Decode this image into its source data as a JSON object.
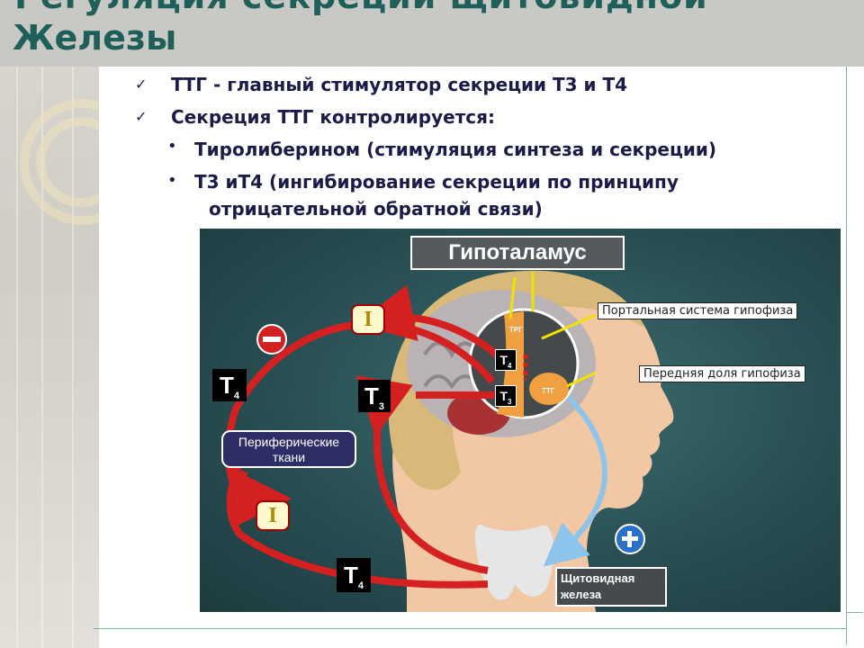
{
  "title": {
    "line1": "Регуляция секреции щитовидной",
    "line2": "Железы"
  },
  "bullets": [
    {
      "mark": "✓",
      "text": "ТТГ - главный стимулятор секреции Т3 и Т4"
    },
    {
      "mark": "✓",
      "text": "Секреция ТТГ контролируется:"
    },
    {
      "mark": "•",
      "text": "Тиролиберином (стимуляция синтеза и секреции)"
    },
    {
      "mark": "•",
      "text": "Т3 иТ4 (ингибирование секреции по принципу"
    },
    {
      "mark": "",
      "text": "отрицательной обратной связи)"
    }
  ],
  "diagram": {
    "hypothalamus": "Гипоталамус",
    "portal_system": "Портальная система гипофиза",
    "anterior_pituitary": "Передняя доля  гипофиза",
    "peripheral_tissues_1": "Периферические",
    "peripheral_tissues_2": "ткани",
    "thyroid_1": "Щитовидная",
    "thyroid_2": "железа",
    "trg": "ТРГ",
    "ttg": "ТТГ",
    "t4_main": "T",
    "t4_sub": "4",
    "t3_sub": "3",
    "inhibit_symbol": "I",
    "minus_symbol": "−",
    "plus_symbol": "+"
  },
  "colors": {
    "title": "#1f5f5a",
    "text": "#1b1b4a",
    "arrow_red": "#d42020",
    "arrow_blue": "#8cc4ec",
    "arrow_yellow": "#f4e000",
    "board": "#2f5a5e"
  }
}
